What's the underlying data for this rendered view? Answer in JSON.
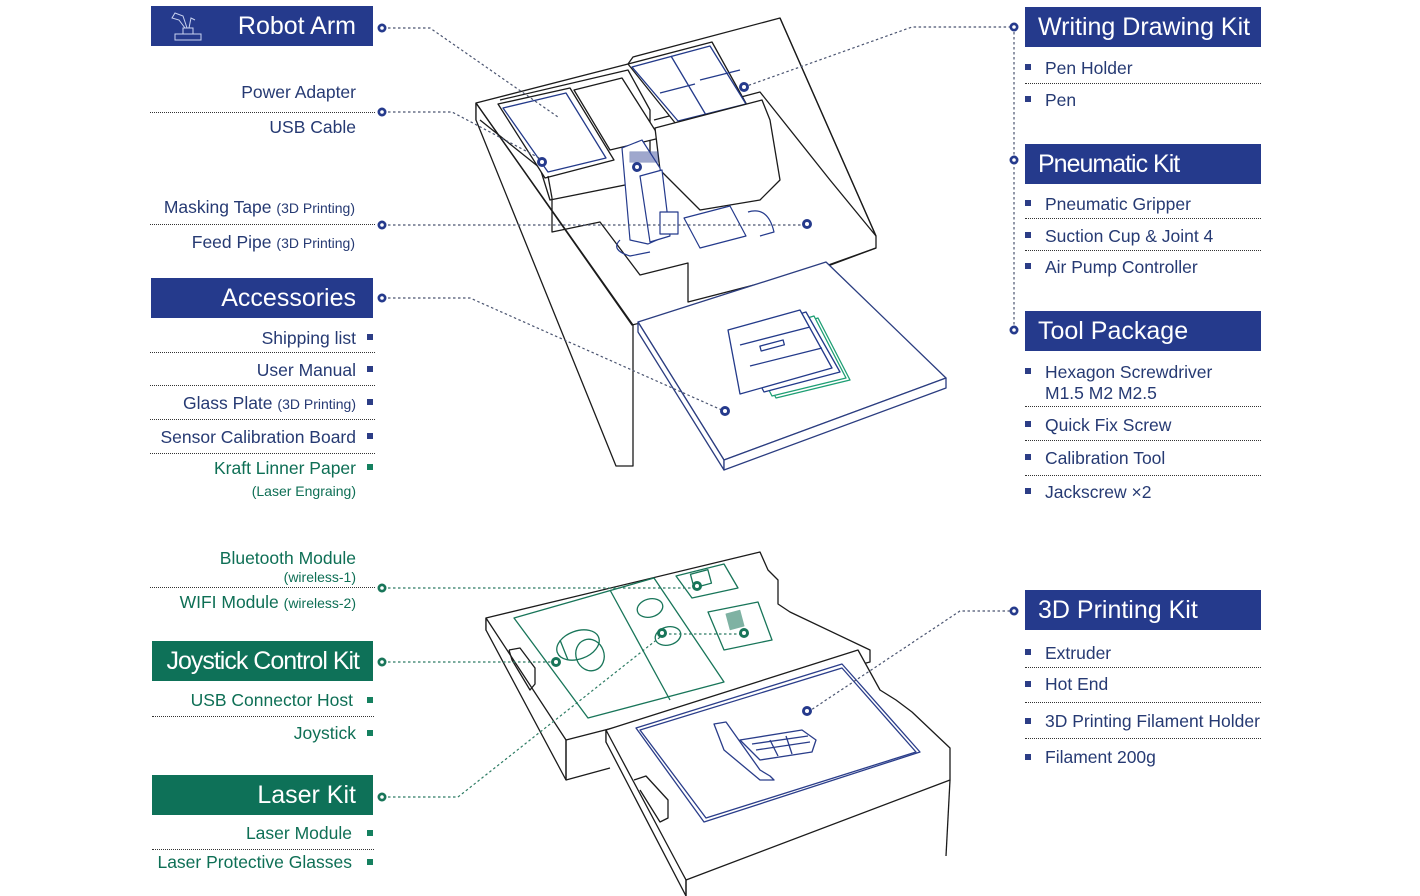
{
  "colors": {
    "blue_header": "#253a8c",
    "green_header": "#0e7158",
    "blue_text": "#263a73",
    "green_text": "#0e6f55"
  },
  "left": {
    "robot_arm": {
      "title": "Robot Arm",
      "icon": "robot-arm-icon",
      "items": [
        {
          "label": "Power Adapter",
          "note": ""
        },
        {
          "label": "USB Cable",
          "note": ""
        }
      ]
    },
    "printing_supplies": {
      "items": [
        {
          "label": "Masking Tape",
          "note": "(3D Printing)"
        },
        {
          "label": "Feed Pipe",
          "note": "(3D Printing)"
        }
      ]
    },
    "accessories": {
      "title": "Accessories",
      "items": [
        {
          "label": "Shipping list",
          "note": ""
        },
        {
          "label": "User Manual",
          "note": ""
        },
        {
          "label": "Glass Plate",
          "note": "(3D Printing)"
        },
        {
          "label": "Sensor Calibration Board",
          "note": ""
        },
        {
          "label": "Kraft Linner Paper",
          "note": "(Laser Engraing)"
        }
      ]
    },
    "wireless": {
      "items": [
        {
          "label": "Bluetooth Module",
          "note": "(wireless-1)"
        },
        {
          "label": "WIFI Module",
          "note": "(wireless-2)"
        }
      ]
    },
    "joystick_kit": {
      "title": "Joystick Control Kit",
      "items": [
        {
          "label": "USB Connector Host"
        },
        {
          "label": "Joystick"
        }
      ]
    },
    "laser_kit": {
      "title": "Laser Kit",
      "items": [
        {
          "label": "Laser Module"
        },
        {
          "label": "Laser Protective Glasses"
        }
      ]
    }
  },
  "right": {
    "writing_kit": {
      "title": "Writing Drawing Kit",
      "items": [
        {
          "label": "Pen Holder"
        },
        {
          "label": "Pen"
        }
      ]
    },
    "pneumatic_kit": {
      "title": "Pneumatic Kit",
      "items": [
        {
          "label": "Pneumatic Gripper"
        },
        {
          "label": "Suction Cup & Joint 4"
        },
        {
          "label": "Air Pump Controller"
        }
      ]
    },
    "tool_package": {
      "title": "Tool Package",
      "items": [
        {
          "label": "Hexagon Screwdriver",
          "label2": "M1.5 M2 M2.5"
        },
        {
          "label": "Quick Fix Screw"
        },
        {
          "label": "Calibration Tool"
        },
        {
          "label": "Jackscrew ×2"
        }
      ]
    },
    "printing_kit": {
      "title": "3D Printing Kit",
      "items": [
        {
          "label": "Extruder"
        },
        {
          "label": "Hot End"
        },
        {
          "label": "3D Printing Filament Holder"
        },
        {
          "label": "Filament 200g"
        }
      ]
    }
  },
  "diagram": {
    "upper_box": "robot-arm-package-box",
    "lower_boxes": [
      "accessory-kit-box",
      "3d-printing-kit-box"
    ]
  }
}
